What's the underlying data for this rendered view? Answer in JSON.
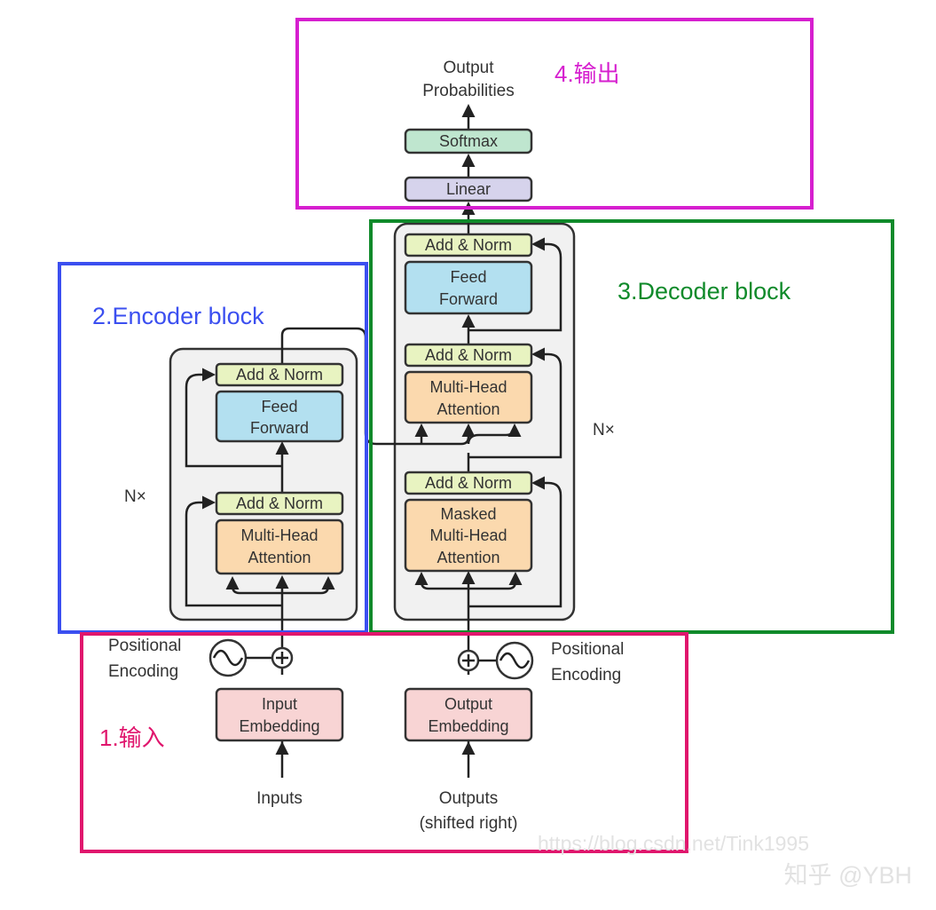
{
  "colors": {
    "output_section": "#d61fcf",
    "encoder_section": "#3b4ff0",
    "decoder_section": "#0f8a2a",
    "input_section": "#e0166d",
    "add_norm": "#e8f3c1",
    "feed_forward": "#b3e0f0",
    "attention": "#fbd9ae",
    "embedding": "#f8d4d4",
    "softmax": "#bfe6cf",
    "linear": "#d6d3ec"
  },
  "sections": {
    "output": "4.输出",
    "encoder": "2.Encoder block",
    "decoder": "3.Decoder block",
    "input": "1.输入"
  },
  "top": {
    "output_probs_line1": "Output",
    "output_probs_line2": "Probabilities",
    "softmax": "Softmax",
    "linear": "Linear"
  },
  "encoder": {
    "add_norm_top": "Add & Norm",
    "feed_forward_line1": "Feed",
    "feed_forward_line2": "Forward",
    "add_norm_bottom": "Add & Norm",
    "mha_line1": "Multi-Head",
    "mha_line2": "Attention",
    "repeat": "N×"
  },
  "decoder": {
    "add_norm_1": "Add & Norm",
    "feed_forward_line1": "Feed",
    "feed_forward_line2": "Forward",
    "add_norm_2": "Add & Norm",
    "mha_line1": "Multi-Head",
    "mha_line2": "Attention",
    "add_norm_3": "Add & Norm",
    "masked_line1": "Masked",
    "masked_line2": "Multi-Head",
    "masked_line3": "Attention",
    "repeat": "N×"
  },
  "inputs": {
    "pos_enc_left_line1": "Positional",
    "pos_enc_left_line2": "Encoding",
    "pos_enc_right_line1": "Positional",
    "pos_enc_right_line2": "Encoding",
    "input_emb_line1": "Input",
    "input_emb_line2": "Embedding",
    "output_emb_line1": "Output",
    "output_emb_line2": "Embedding",
    "inputs_label": "Inputs",
    "outputs_line1": "Outputs",
    "outputs_line2": "(shifted right)"
  },
  "watermark": {
    "url": "https://blog.csdn.net/Tink1995",
    "zhihu": "知乎 @YBH"
  }
}
